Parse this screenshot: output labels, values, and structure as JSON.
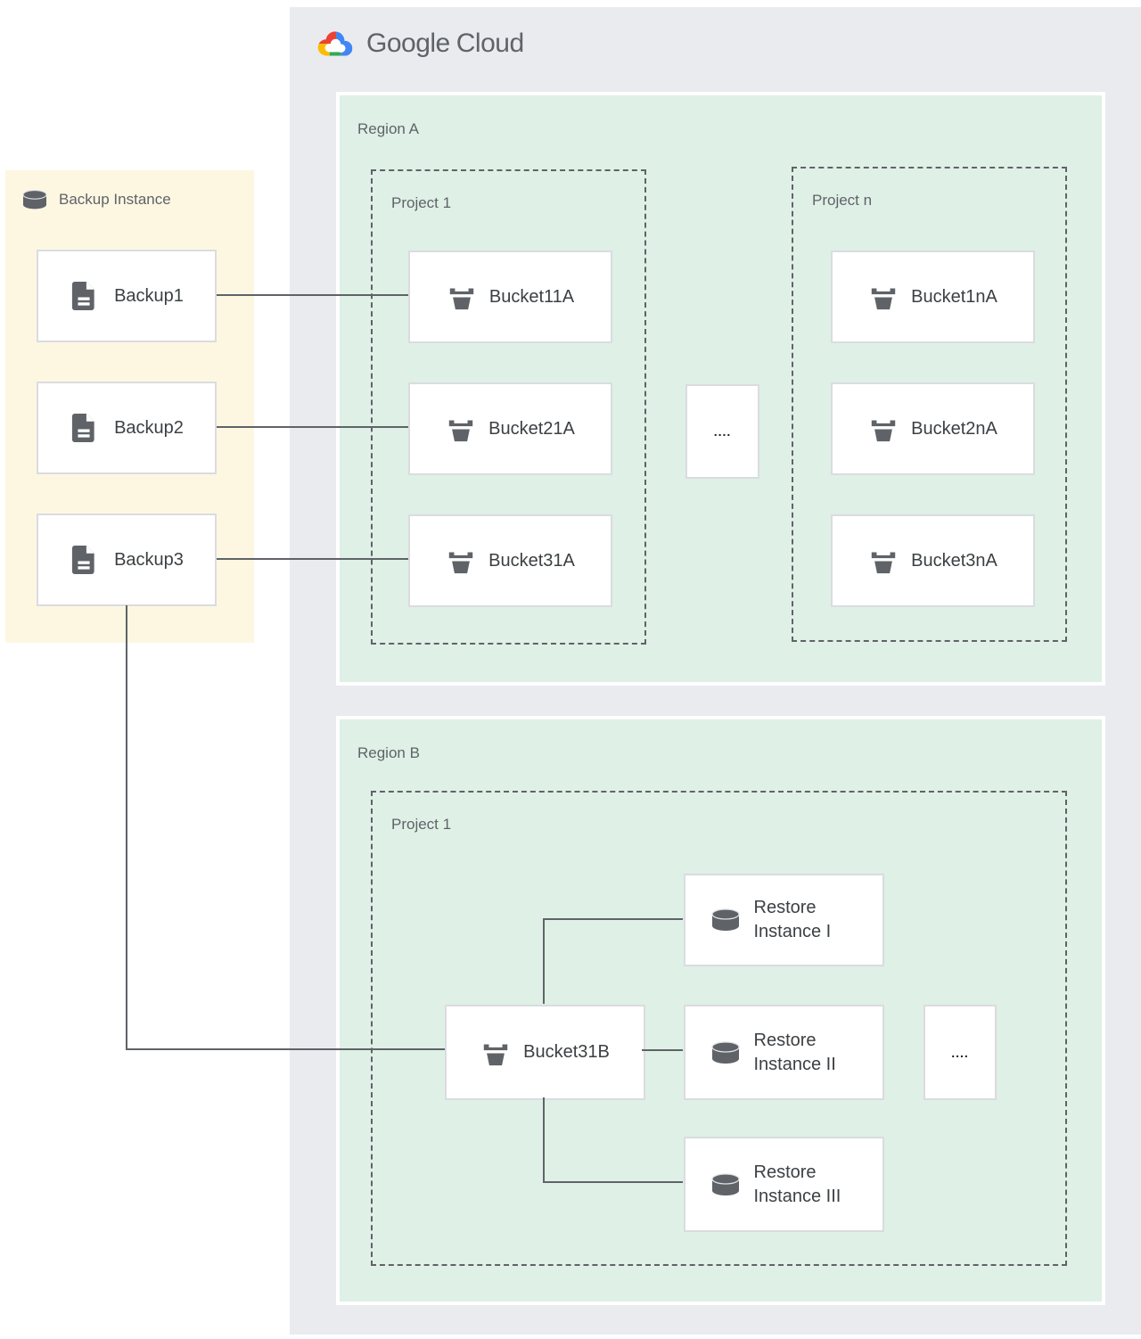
{
  "logo": {
    "brand_google": "Google",
    "brand_cloud": "Cloud"
  },
  "backup_panel": {
    "title": "Backup Instance",
    "items": [
      {
        "label": "Backup1"
      },
      {
        "label": "Backup2"
      },
      {
        "label": "Backup3"
      }
    ]
  },
  "region_a": {
    "title": "Region A",
    "ellipsis": "....",
    "projects": [
      {
        "title": "Project 1",
        "buckets": [
          {
            "label": "Bucket11A"
          },
          {
            "label": "Bucket21A"
          },
          {
            "label": "Bucket31A"
          }
        ]
      },
      {
        "title": "Project n",
        "buckets": [
          {
            "label": "Bucket1nA"
          },
          {
            "label": "Bucket2nA"
          },
          {
            "label": "Bucket3nA"
          }
        ]
      }
    ]
  },
  "region_b": {
    "title": "Region B",
    "ellipsis": "....",
    "project": {
      "title": "Project 1",
      "bucket": {
        "label": "Bucket31B"
      },
      "restore_instances": [
        {
          "label": "Restore Instance I"
        },
        {
          "label": "Restore Instance II"
        },
        {
          "label": "Restore Instance III"
        }
      ]
    }
  },
  "colors": {
    "backup_panel_bg": "#fdf7e2",
    "cloud_panel_bg": "#e9ebee",
    "region_bg": "#dff0e7",
    "card_border": "#dadce0",
    "dashed_border": "#5f6368",
    "connector": "#5f6368",
    "label_text": "#5f6368",
    "card_text": "#3c4043",
    "logo_red": "#EA4335",
    "logo_blue": "#4285F4",
    "logo_yellow": "#FBBC04",
    "logo_green": "#34A853"
  }
}
